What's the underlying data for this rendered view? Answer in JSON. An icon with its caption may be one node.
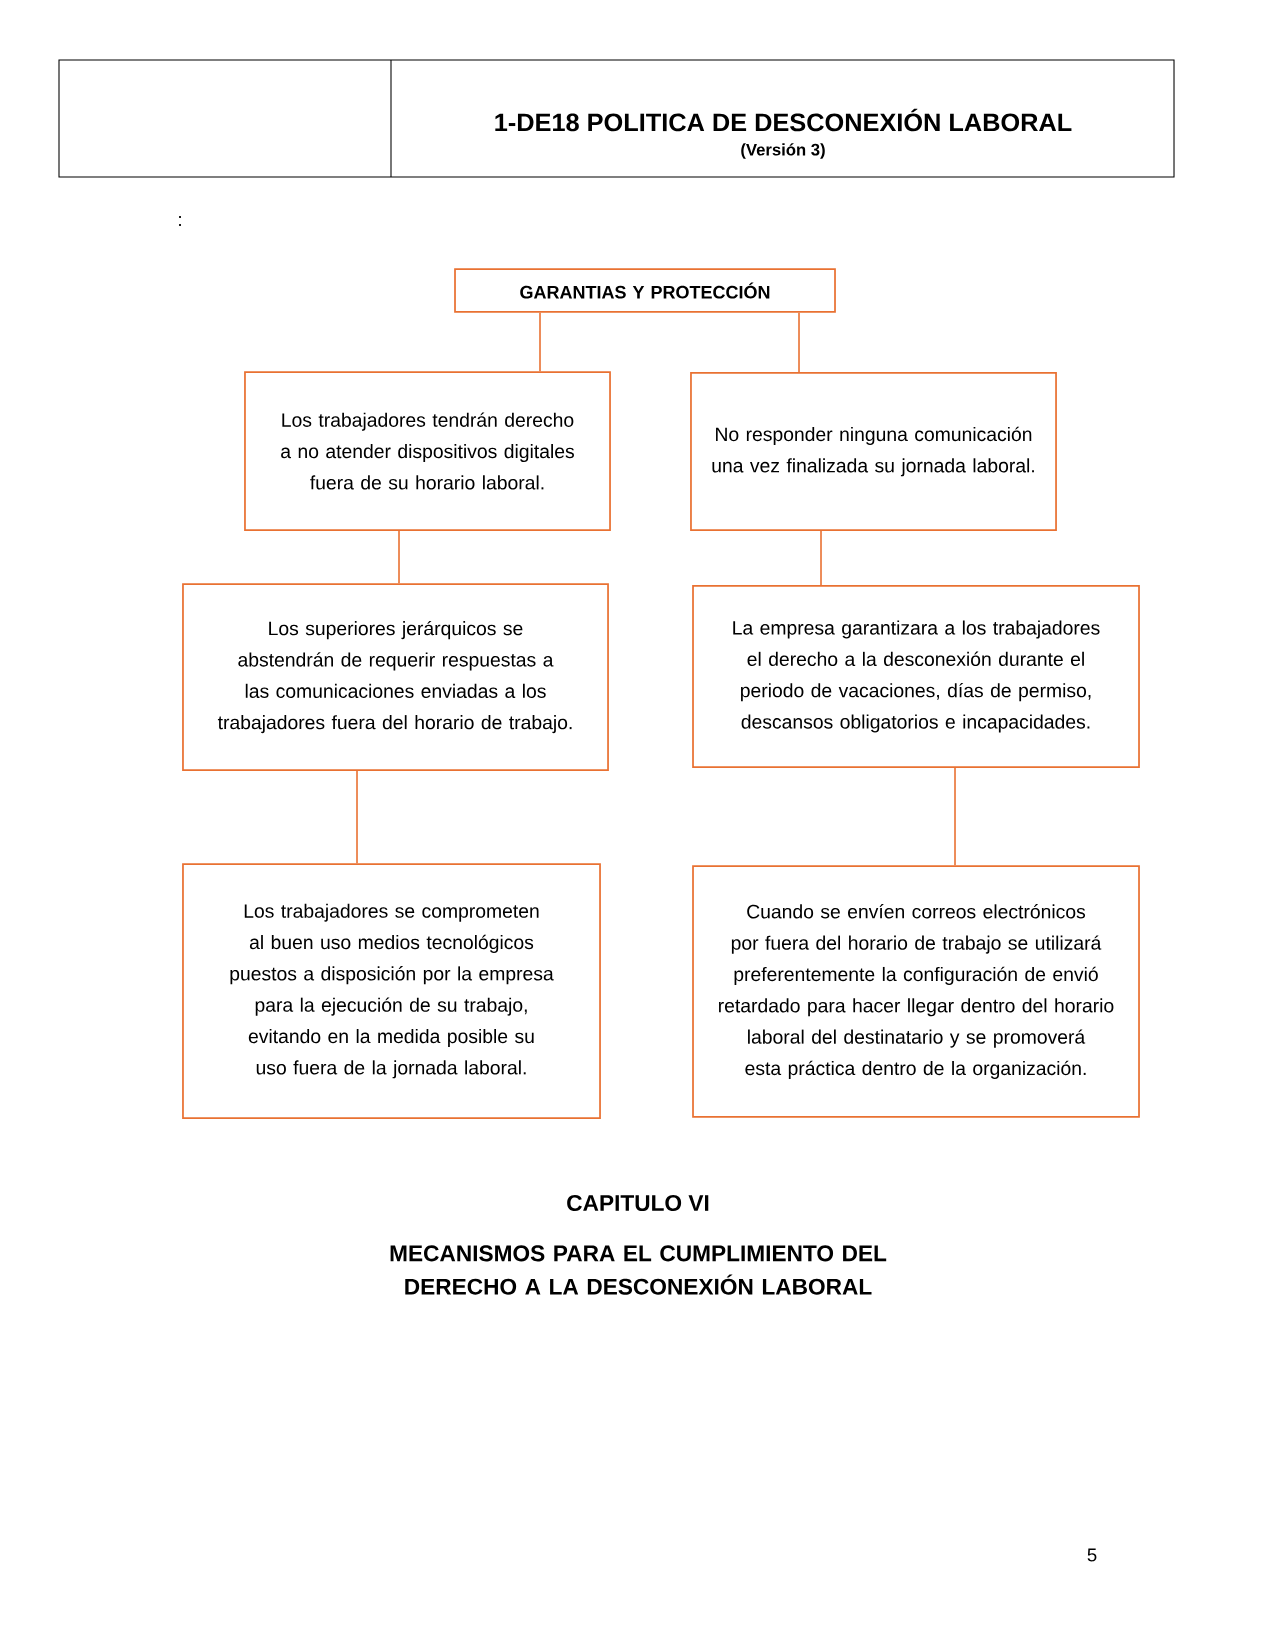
{
  "diagram": {
    "title": "1-DE18 POLITICA DE DESCONEXIÓN LABORAL",
    "nodes": [
      {
        "text": [
          "GARANTIAS Y PROTECCIÓN"
        ]
      },
      {
        "text": [
          "Los trabajadores tendrán derecho a no atender dispositivos digitales fuera de su horario laboral."
        ]
      },
      {
        "text": [
          "No responder ninguna comunicación una vez finalizada su jornada laboral."
        ]
      },
      {
        "text": [
          "Los superiores jerárquicos se abstendrán de requerir respuestas a las comunicaciones enviadas a los trabajadores fuera del horario de trabajo."
        ]
      },
      {
        "text": [
          "La empresa garantizara a los trabajadores el derecho a la desconexión durante el periodo de vacaciones, días de permiso, descansos obligatorios e incapacidades."
        ]
      },
      {
        "text": [
          "Los trabajadores se comprometen al buen uso medios tecnológicos puestos a disposición por la empresa para la ejecución de su trabajo, evitando en la medida posible su uso fuera de la jornada laboral."
        ]
      },
      {
        "text": [
          "Cuando se envíen correos electrónicos por fuera del horario de trabajo se utilizará preferentemente la configuración de envió retardado para hacer llegar dentro del horario laboral del destinatario y se promoverá esta práctica dentro de la organización."
        ]
      }
    ],
    "edges": [
      {
        "from": 0,
        "to": 1,
        "arrow": "none"
      },
      {
        "from": 0,
        "to": 2,
        "arrow": "none"
      },
      {
        "from": 1,
        "to": 3,
        "arrow": "none"
      },
      {
        "from": 2,
        "to": 4,
        "arrow": "none"
      },
      {
        "from": 3,
        "to": 5,
        "arrow": "none"
      },
      {
        "from": 4,
        "to": 6,
        "arrow": "none"
      }
    ],
    "labels": [
      "(Versión 3)",
      ":",
      "CAPITULO VI",
      "MECANISMOS PARA EL CUMPLIMIENTO DEL DERECHO A LA DESCONEXIÓN LABORAL",
      "5"
    ]
  }
}
